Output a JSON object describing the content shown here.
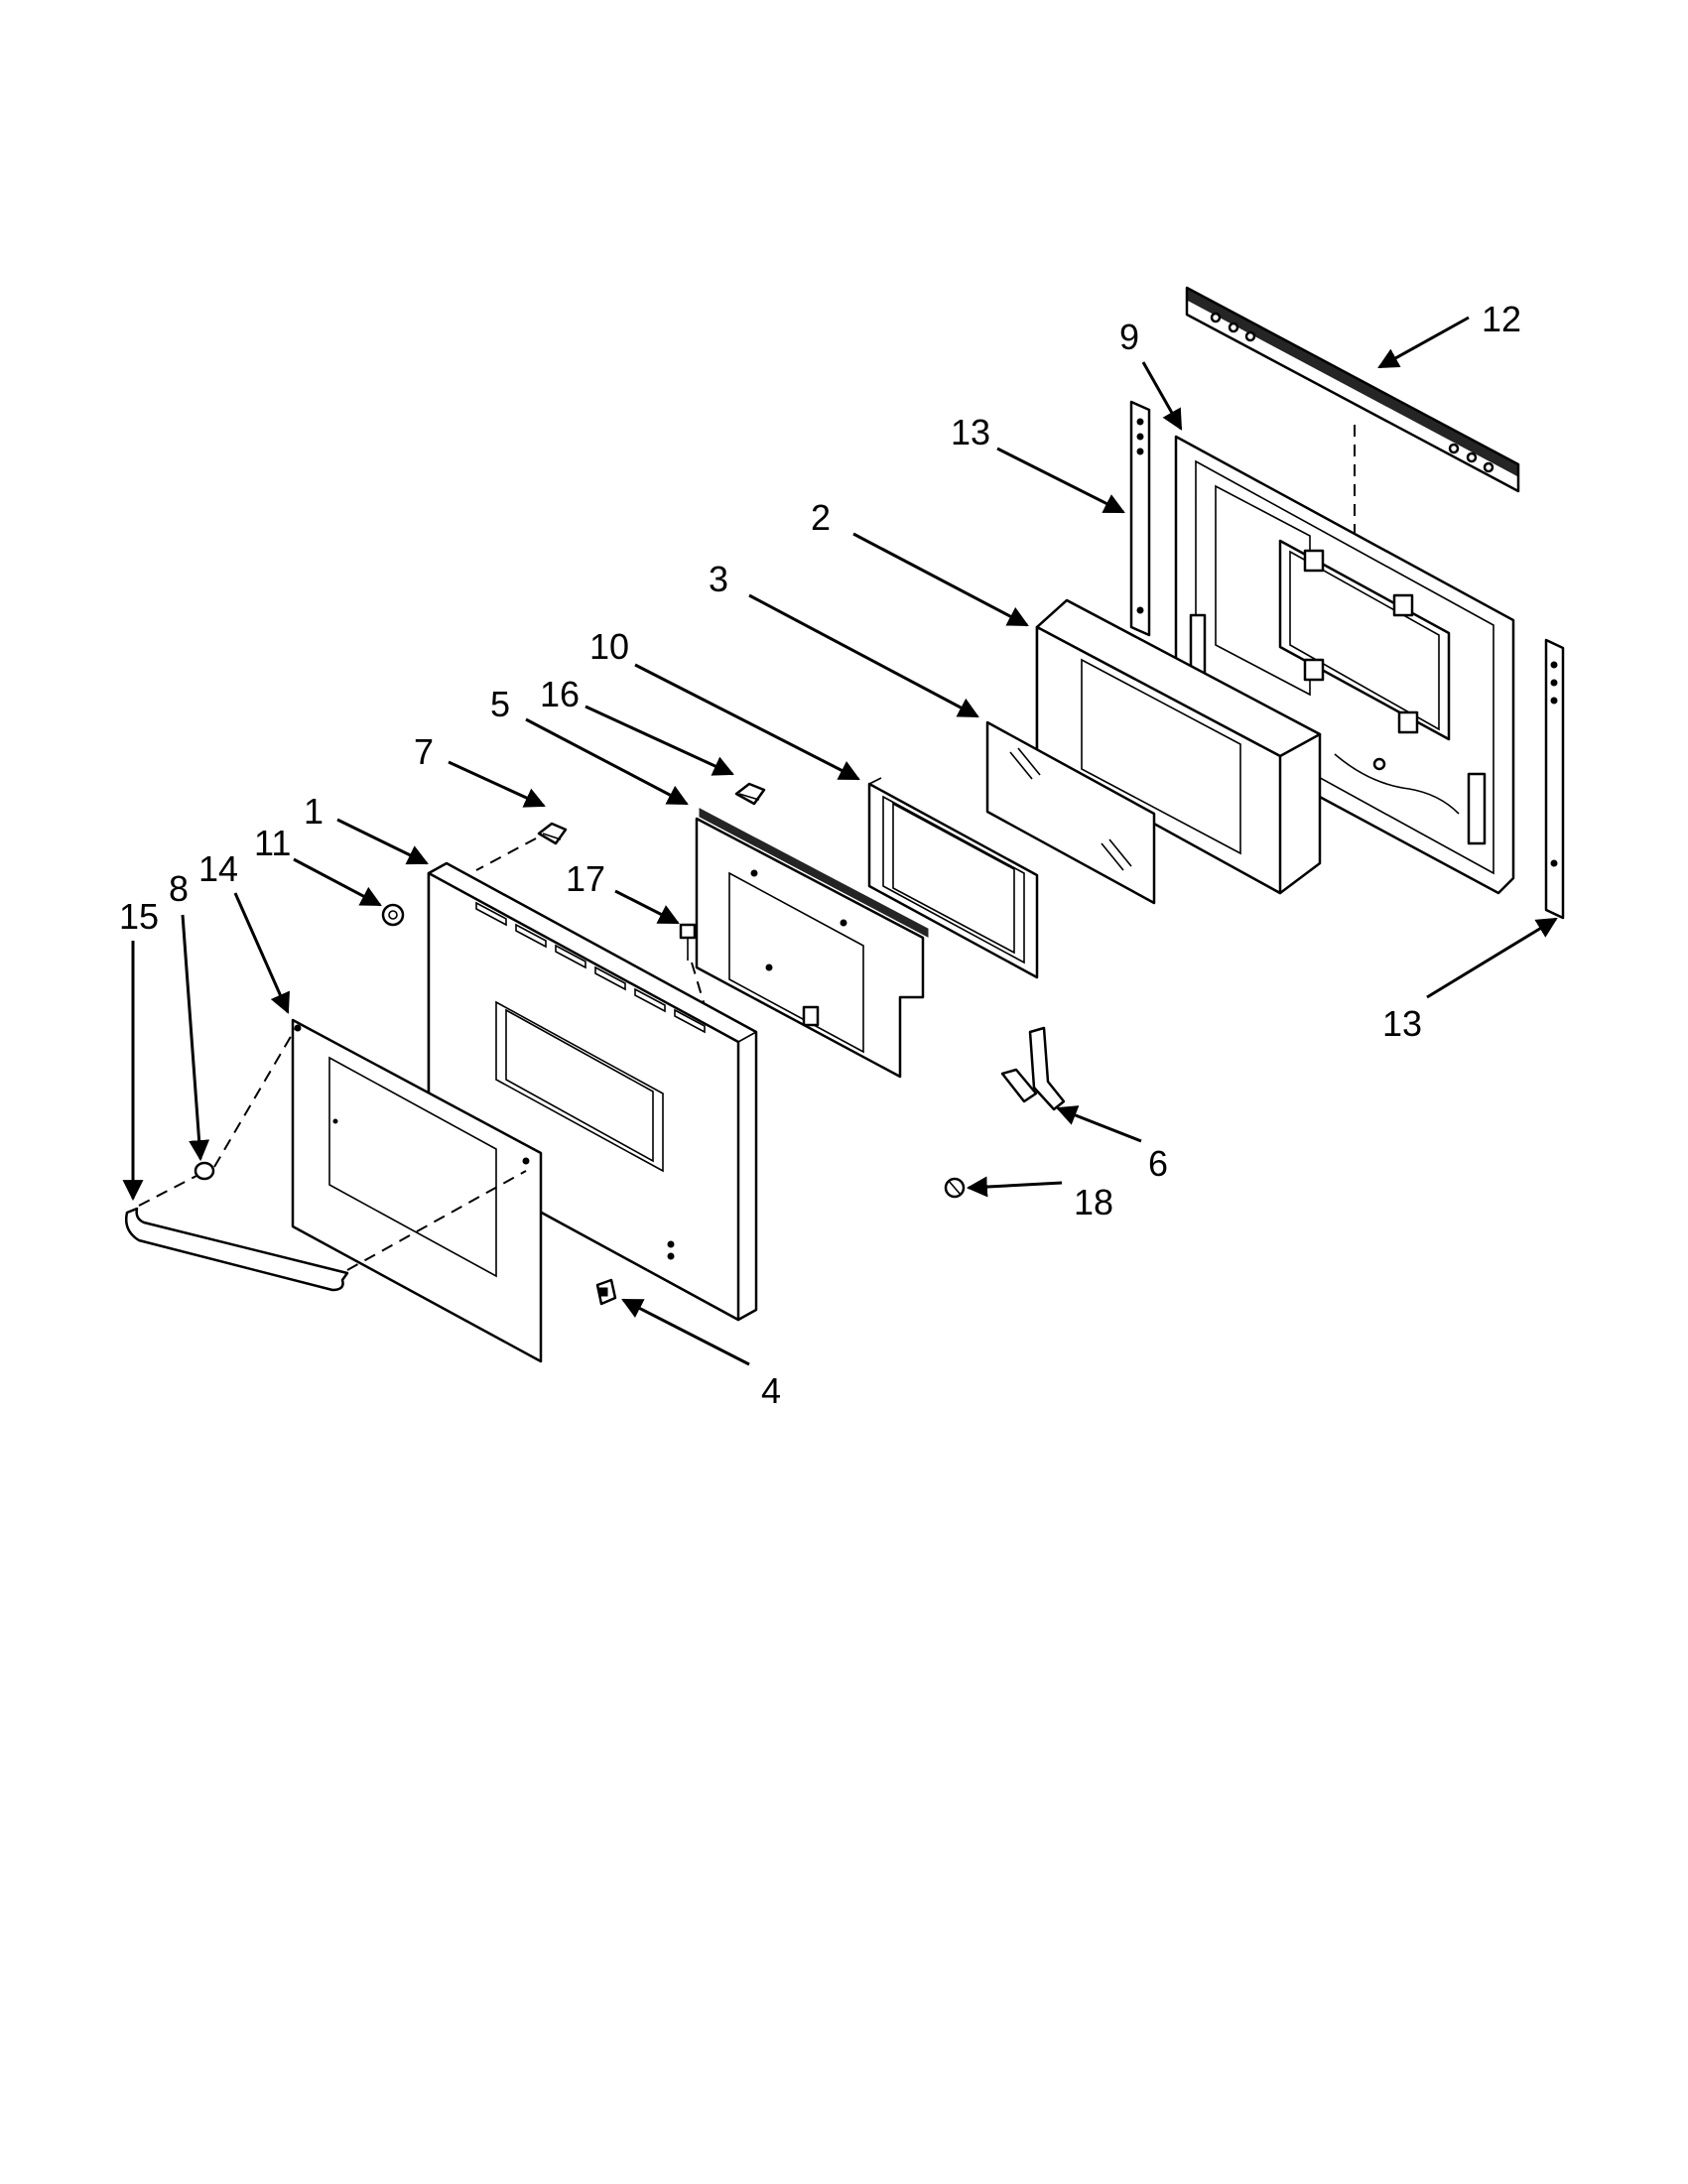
{
  "callouts": {
    "c1": "1",
    "c2": "2",
    "c3": "3",
    "c4": "4",
    "c5": "5",
    "c6": "6",
    "c7": "7",
    "c8": "8",
    "c9": "9",
    "c10": "10",
    "c11": "11",
    "c12": "12",
    "c13a": "13",
    "c13b": "13",
    "c14": "14",
    "c15": "15",
    "c16": "16",
    "c17": "17",
    "c18": "18"
  },
  "colors": {
    "line": "#000000",
    "background": "#ffffff"
  }
}
